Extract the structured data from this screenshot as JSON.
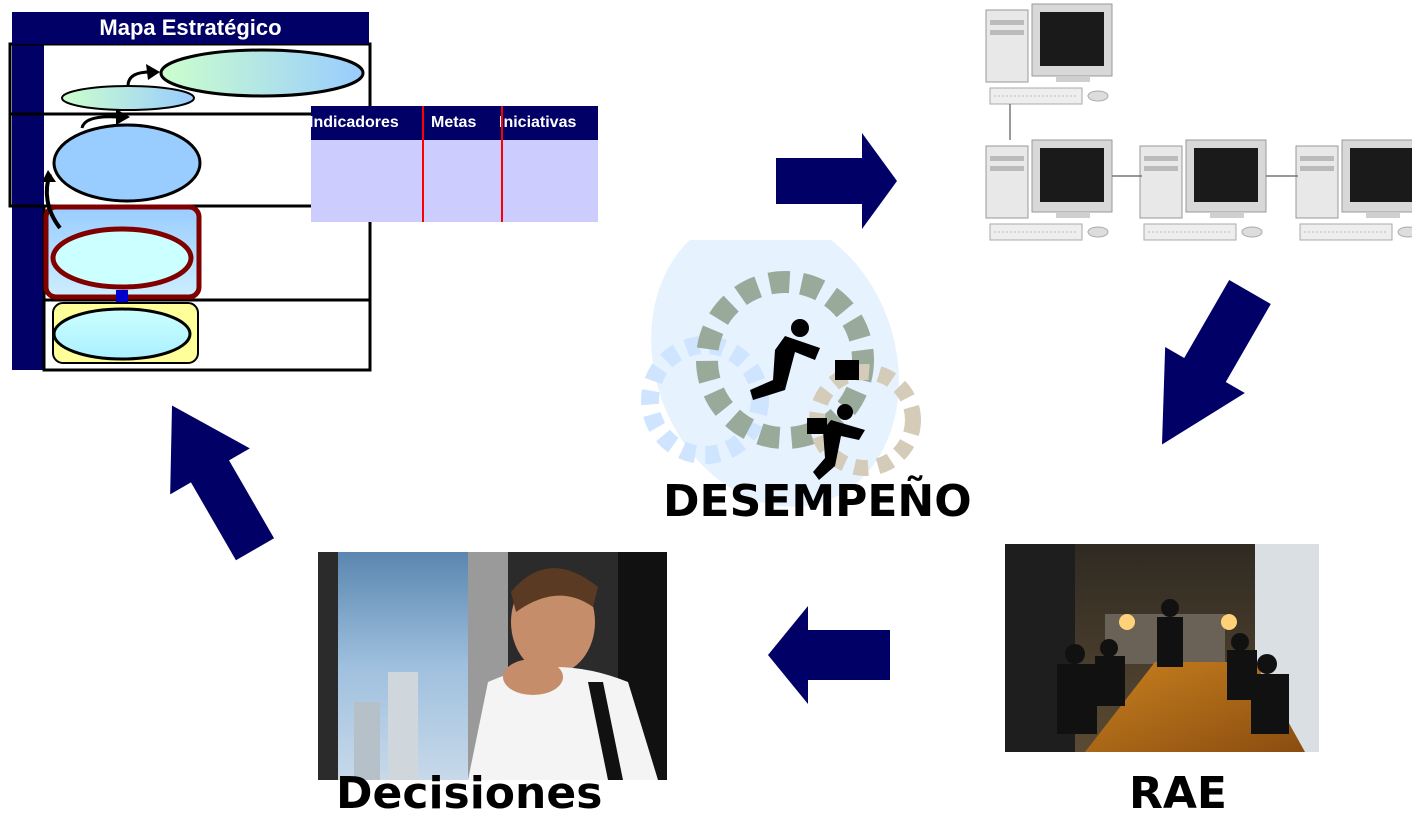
{
  "strategic_map": {
    "title": "Mapa Estratégico",
    "table_headers": [
      "Indicadores",
      "Metas",
      "Iniciativas"
    ]
  },
  "labels": {
    "center": "DESEMPEÑO",
    "bottom_left": "Decisiones",
    "bottom_right": "RAE"
  },
  "colors": {
    "navy": "#000066",
    "arrow_fill": "#000066",
    "table_fill": "#ccccff",
    "highlight_border": "#800000",
    "base_fill": "#ffff99"
  }
}
